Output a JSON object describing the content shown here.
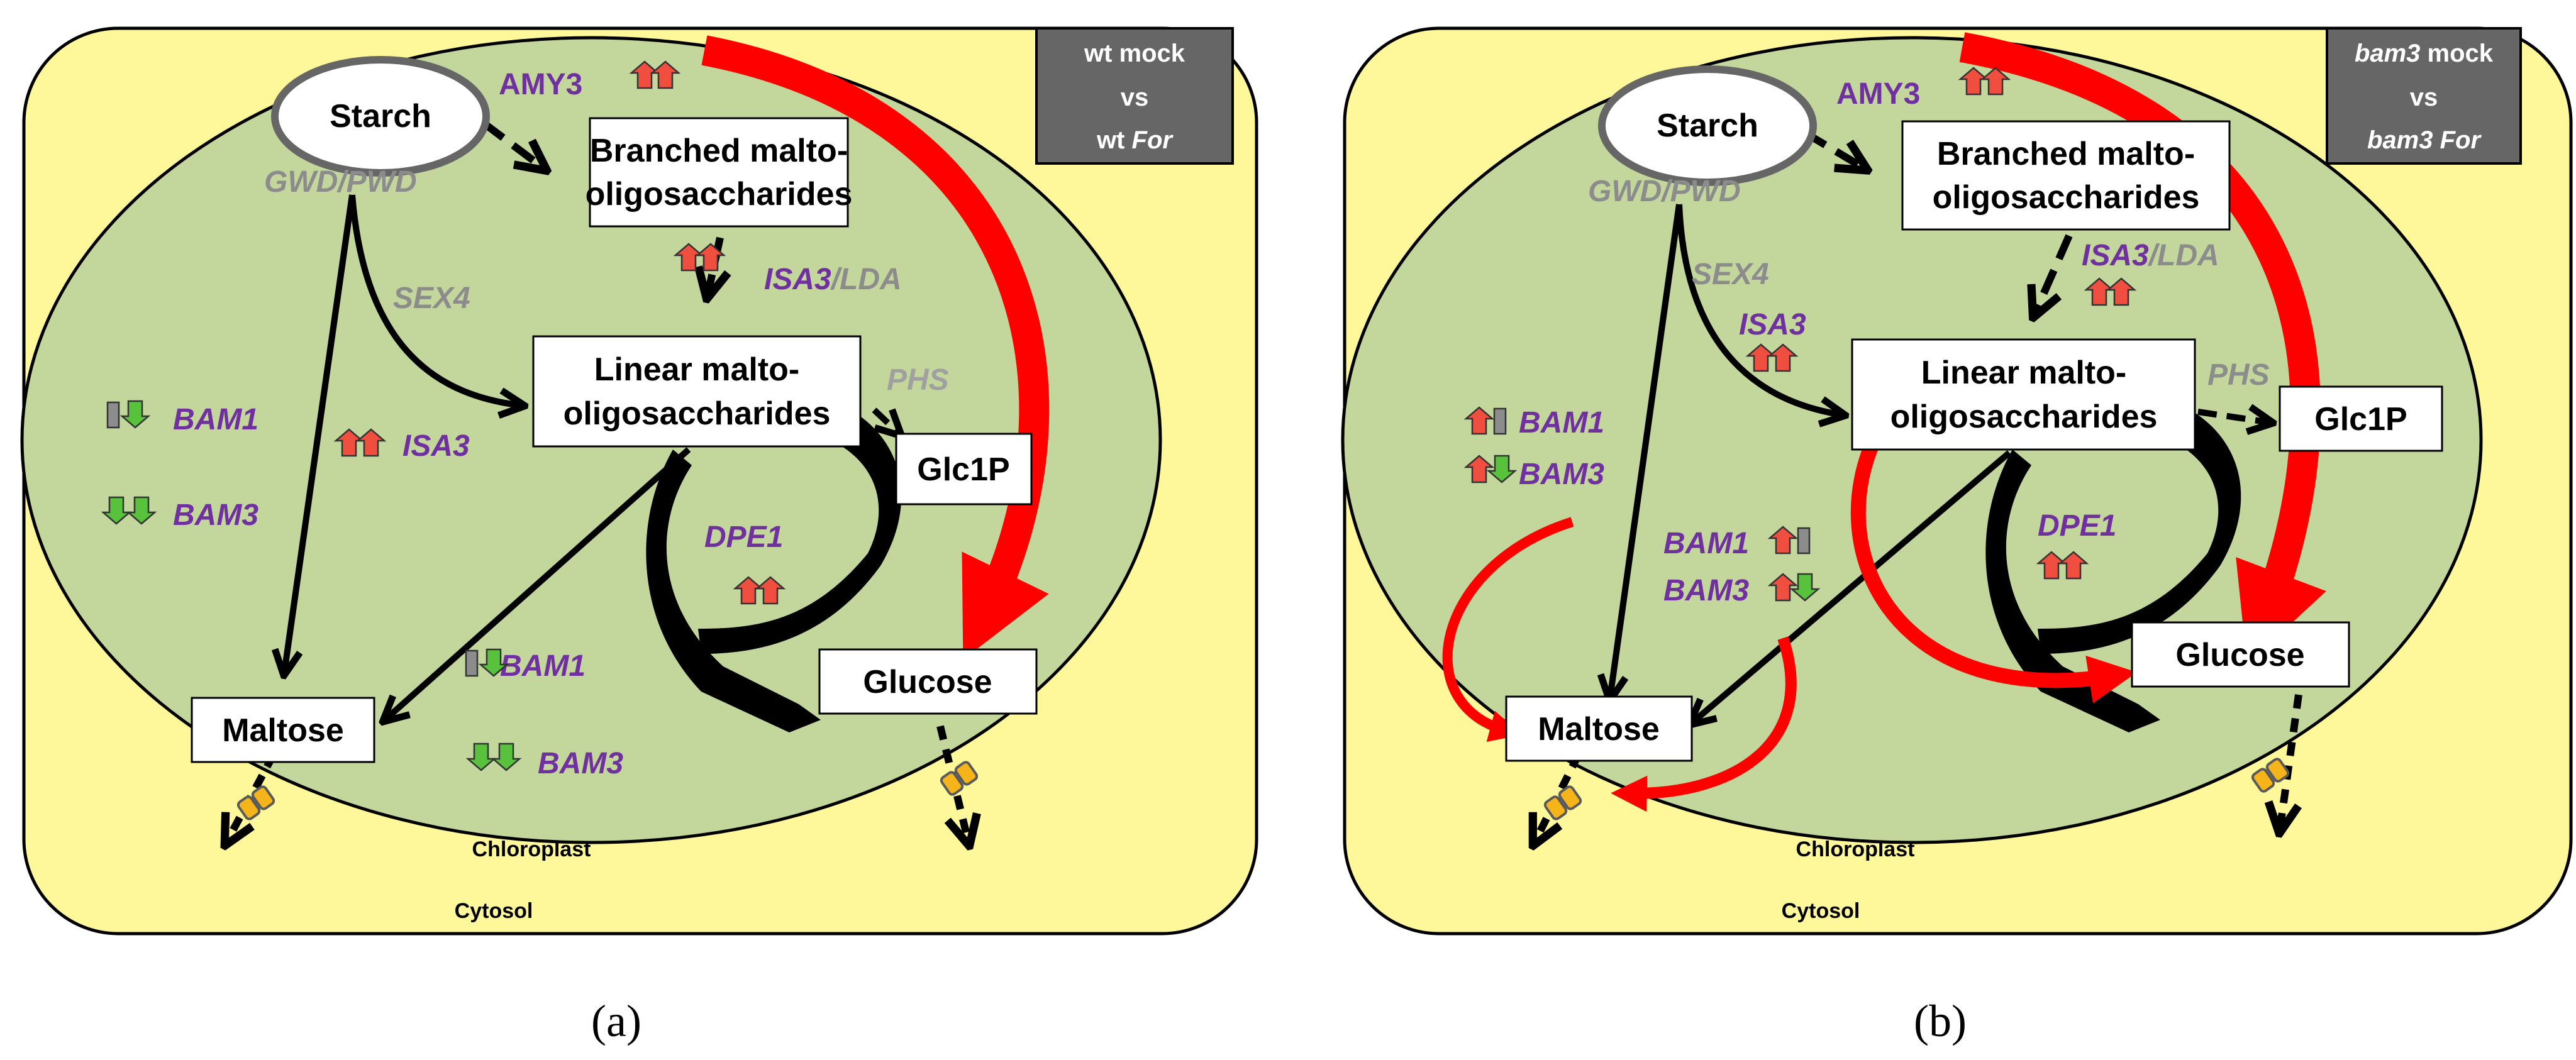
{
  "colors": {
    "cytosol": "#fff89b",
    "chloroplast": "#c3d69b",
    "purple": "#7030a0",
    "grey_text": "#8c8c8c",
    "up_arrow": "#f04e3e",
    "down_arrow": "#58c23c",
    "flux_red": "#ff0000",
    "transporter": "#f5b51a",
    "header_box": "#666666"
  },
  "panels": [
    {
      "label": "(a)",
      "header": {
        "line1": "wt mock",
        "line2": "vs",
        "line3_prefix": "wt ",
        "line3_italic": "For"
      },
      "compartments": {
        "chloroplast": "Chloroplast",
        "cytosol": "Cytosol"
      },
      "nodes": {
        "starch": "Starch",
        "branched_1": "Branched malto-",
        "branched_2": "oligosaccharides",
        "linear_1": "Linear malto-",
        "linear_2": "oligosaccharides",
        "glc1p": "Glc1P",
        "maltose": "Maltose",
        "glucose": "Glucose"
      },
      "enzymes": {
        "amy3": "AMY3",
        "gwd_pwd": "GWD/PWD",
        "sex4": "SEX4",
        "isa3": "ISA3",
        "lda": "/LDA",
        "phs": "PHS",
        "dpe1": "DPE1",
        "bam1_left": "BAM1",
        "bam3_left": "BAM3",
        "isa3_mid": "ISA3",
        "bam1_right": "BAM1",
        "bam3_right": "BAM3"
      }
    },
    {
      "label": "(b)",
      "header": {
        "line1_italic": "bam3",
        "line1_rest": " mock",
        "line2": "vs",
        "line3_italic": "bam3 For"
      },
      "compartments": {
        "chloroplast": "Chloroplast",
        "cytosol": "Cytosol"
      },
      "nodes": {
        "starch": "Starch",
        "branched_1": "Branched malto-",
        "branched_2": "oligosaccharides",
        "linear_1": "Linear malto-",
        "linear_2": "oligosaccharides",
        "glc1p": "Glc1P",
        "maltose": "Maltose",
        "glucose": "Glucose"
      },
      "enzymes": {
        "amy3": "AMY3",
        "gwd_pwd": "GWD/PWD",
        "sex4": "SEX4",
        "isa3_top": "ISA3",
        "lda": "/LDA",
        "isa3_left": "ISA3",
        "phs": "PHS",
        "dpe1": "DPE1",
        "bam1_left": "BAM1",
        "bam3_left": "BAM3",
        "bam1_mid": "BAM1",
        "bam3_mid": "BAM3"
      }
    }
  ]
}
